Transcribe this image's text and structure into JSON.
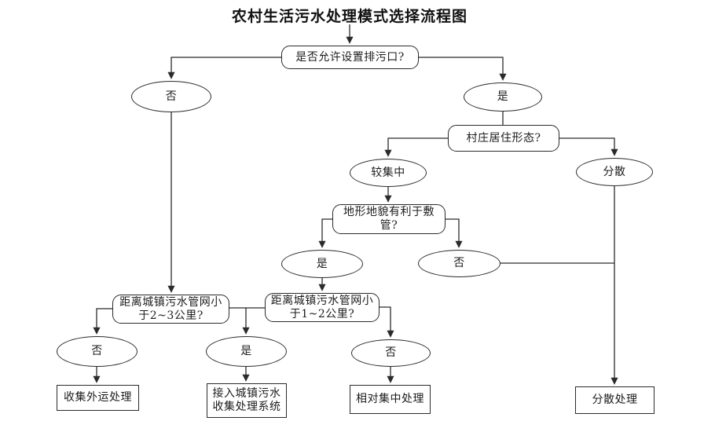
{
  "flowchart": {
    "title": "农村生活污水处理模式选择流程图",
    "colors": {
      "line": "#2b2b2b",
      "text": "#1c1c1c",
      "background": "#ffffff"
    },
    "nodes": [
      {
        "id": "start",
        "shape": "rounded",
        "lines": [
          "是否允许设置排污口?"
        ]
      },
      {
        "id": "outfall-no",
        "shape": "ellipse",
        "lines": [
          "否"
        ]
      },
      {
        "id": "outfall-yes",
        "shape": "ellipse",
        "lines": [
          "是"
        ]
      },
      {
        "id": "village-form",
        "shape": "rounded",
        "lines": [
          "村庄居住形态?"
        ]
      },
      {
        "id": "concentrated",
        "shape": "ellipse",
        "lines": [
          "较集中"
        ]
      },
      {
        "id": "dispersed",
        "shape": "ellipse",
        "lines": [
          "分散"
        ]
      },
      {
        "id": "terrain",
        "shape": "rounded",
        "lines": [
          "地形地貌有利于敷",
          "管?"
        ]
      },
      {
        "id": "terrain-yes",
        "shape": "ellipse",
        "lines": [
          "是"
        ]
      },
      {
        "id": "terrain-no",
        "shape": "ellipse",
        "lines": [
          "否"
        ]
      },
      {
        "id": "dist-2-3km",
        "shape": "rounded",
        "lines": [
          "距离城镇污水管网小",
          "于2~3公里?"
        ]
      },
      {
        "id": "dist-1-2km",
        "shape": "rounded",
        "lines": [
          "距离城镇污水管网小",
          "于1~2公里?"
        ]
      },
      {
        "id": "dist23-no",
        "shape": "ellipse",
        "lines": [
          "否"
        ]
      },
      {
        "id": "dist-yes",
        "shape": "ellipse",
        "lines": [
          "是"
        ]
      },
      {
        "id": "dist12-no",
        "shape": "ellipse",
        "lines": [
          "否"
        ]
      },
      {
        "id": "collect-transport",
        "shape": "rect",
        "lines": [
          "收集外运处理"
        ]
      },
      {
        "id": "connect-town",
        "shape": "rect",
        "lines": [
          "接入城镇污水",
          "收集处理系统"
        ]
      },
      {
        "id": "relative-centralized",
        "shape": "rect",
        "lines": [
          "相对集中处理"
        ]
      },
      {
        "id": "dispersed-treatment",
        "shape": "rect",
        "lines": [
          "分散处理"
        ]
      }
    ],
    "edges": [
      {
        "from": "start",
        "to": "outfall-no"
      },
      {
        "from": "start",
        "to": "outfall-yes"
      },
      {
        "from": "outfall-no",
        "to": "dist-2-3km"
      },
      {
        "from": "outfall-yes",
        "to": "village-form"
      },
      {
        "from": "village-form",
        "to": "concentrated"
      },
      {
        "from": "village-form",
        "to": "dispersed"
      },
      {
        "from": "concentrated",
        "to": "terrain"
      },
      {
        "from": "terrain",
        "to": "terrain-yes"
      },
      {
        "from": "terrain",
        "to": "terrain-no"
      },
      {
        "from": "terrain-yes",
        "to": "dist-1-2km"
      },
      {
        "from": "terrain-no",
        "to": "dispersed-treatment"
      },
      {
        "from": "dispersed",
        "to": "dispersed-treatment"
      },
      {
        "from": "dist-2-3km",
        "to": "dist23-no"
      },
      {
        "from": "dist-2-3km",
        "to": "dist-yes"
      },
      {
        "from": "dist-1-2km",
        "to": "dist-yes"
      },
      {
        "from": "dist-1-2km",
        "to": "dist12-no"
      },
      {
        "from": "dist23-no",
        "to": "collect-transport"
      },
      {
        "from": "dist-yes",
        "to": "connect-town"
      },
      {
        "from": "dist12-no",
        "to": "relative-centralized"
      }
    ]
  }
}
